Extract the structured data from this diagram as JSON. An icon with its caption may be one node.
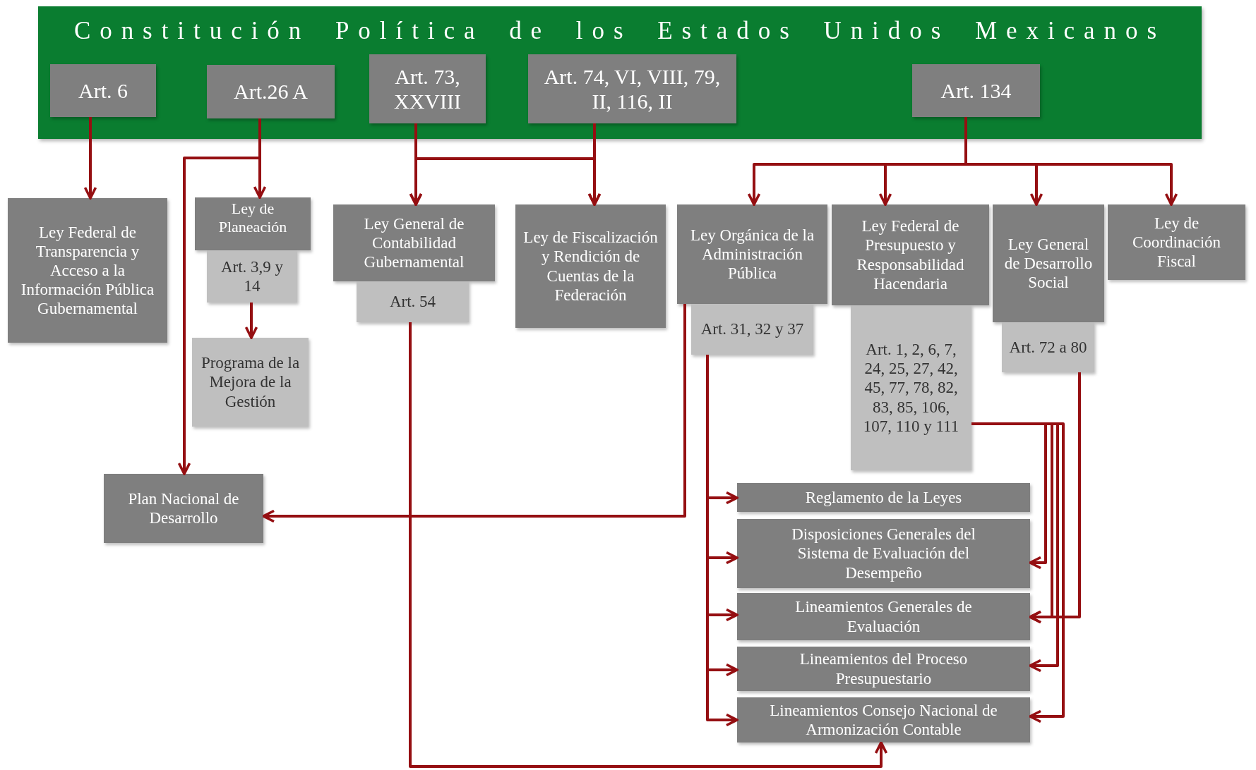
{
  "diagram": {
    "nodes": [
      {
        "text": [
          "Constitución Política de los Estados Unidos Mexicanos"
        ]
      },
      {
        "text": [
          "Art. 6"
        ],
        "in": 0
      },
      {
        "text": [
          "Art.26 A"
        ],
        "in": 0
      },
      {
        "text": [
          "Art. 73, XXVIII"
        ],
        "in": 0
      },
      {
        "text": [
          "Art. 74, VI, VIII, 79, II, 116, II"
        ],
        "in": 0
      },
      {
        "text": [
          "Art. 134"
        ],
        "in": 0
      },
      {
        "text": [
          "Ley Federal de Transparencia y Acceso a la Información Pública Gubernamental"
        ]
      },
      {
        "text": [
          "Ley de Planeación"
        ]
      },
      {
        "text": [
          "Art. 3,9 y 14"
        ]
      },
      {
        "text": [
          "Programa de la Mejora de la Gestión"
        ]
      },
      {
        "text": [
          "Ley General de Contabilidad Gubernamental"
        ]
      },
      {
        "text": [
          "Art. 54"
        ]
      },
      {
        "text": [
          "Ley de Fiscalización y Rendición de Cuentas de la Federación"
        ]
      },
      {
        "text": [
          "Ley Orgánica de la Administración Pública"
        ]
      },
      {
        "text": [
          "Art. 31, 32 y 37"
        ]
      },
      {
        "text": [
          "Ley Federal de Presupuesto y Responsabilidad Hacendaria"
        ]
      },
      {
        "text": [
          "Art. 1, 2, 6, 7, 24, 25, 27, 42, 45, 77, 78, 82, 83, 85, 106, 107, 110 y 111"
        ]
      },
      {
        "text": [
          "Ley General de Desarrollo Social"
        ]
      },
      {
        "text": [
          "Art. 72 a 80"
        ]
      },
      {
        "text": [
          "Ley de Coordinación Fiscal"
        ]
      },
      {
        "text": [
          "Plan Nacional de Desarrollo"
        ]
      },
      {
        "text": [
          "Reglamento de la Leyes"
        ]
      },
      {
        "text": [
          "Disposiciones Generales del Sistema de Evaluación del Desempeño"
        ]
      },
      {
        "text": [
          "Lineamientos Generales de Evaluación"
        ]
      },
      {
        "text": [
          "Lineamientos del Proceso Presupuestario"
        ]
      },
      {
        "text": [
          "Lineamientos Consejo Nacional de Armonización Contable"
        ]
      }
    ],
    "edges": [
      {
        "from": 1,
        "to": 6,
        "arrow": "to"
      },
      {
        "from": 2,
        "to": 7,
        "arrow": "to"
      },
      {
        "from": 2,
        "to": 20,
        "arrow": "to"
      },
      {
        "from": 8,
        "to": 9,
        "arrow": "to"
      },
      {
        "from": 3,
        "to": 10,
        "arrow": "to"
      },
      {
        "from": 3,
        "to": 12,
        "arrow": "to"
      },
      {
        "from": 4,
        "to": 10,
        "arrow": "to"
      },
      {
        "from": 4,
        "to": 12,
        "arrow": "to"
      },
      {
        "from": 5,
        "to": 13,
        "arrow": "to"
      },
      {
        "from": 5,
        "to": 15,
        "arrow": "to"
      },
      {
        "from": 5,
        "to": 17,
        "arrow": "to"
      },
      {
        "from": 5,
        "to": 19,
        "arrow": "to"
      },
      {
        "from": 13,
        "to": 20,
        "arrow": "to"
      },
      {
        "from": 14,
        "to": 21,
        "arrow": "to"
      },
      {
        "from": 14,
        "to": 22,
        "arrow": "to"
      },
      {
        "from": 14,
        "to": 23,
        "arrow": "to"
      },
      {
        "from": 14,
        "to": 24,
        "arrow": "to"
      },
      {
        "from": 14,
        "to": 25,
        "arrow": "to"
      },
      {
        "from": 16,
        "to": 22,
        "arrow": "to"
      },
      {
        "from": 16,
        "to": 23,
        "arrow": "to"
      },
      {
        "from": 16,
        "to": 24,
        "arrow": "to"
      },
      {
        "from": 16,
        "to": 25,
        "arrow": "to"
      },
      {
        "from": 18,
        "to": 23,
        "arrow": "to"
      },
      {
        "from": 11,
        "to": 25,
        "arrow": "to"
      }
    ]
  }
}
